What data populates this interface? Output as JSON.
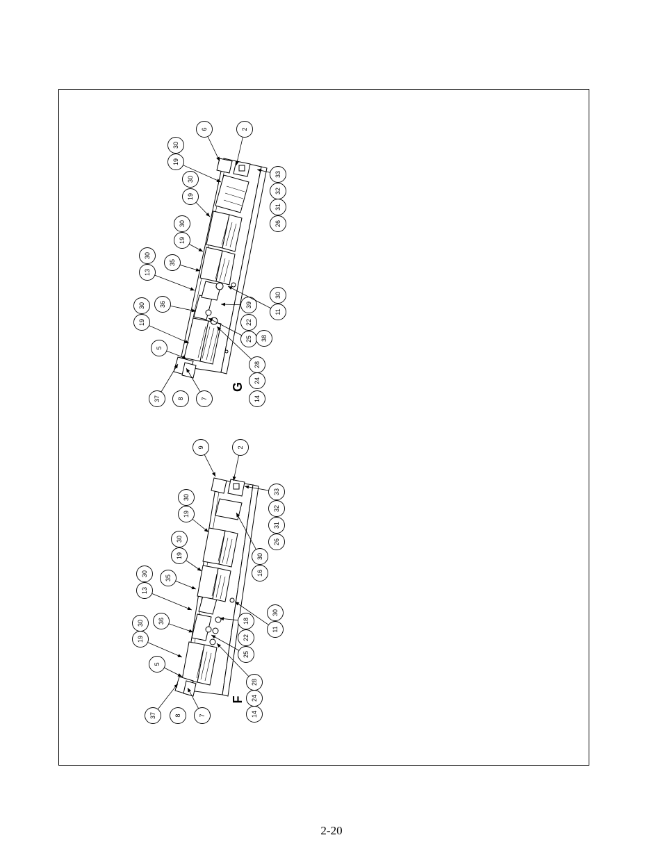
{
  "page_number": "2-20",
  "views": [
    {
      "id": "G",
      "letter": "G",
      "callouts": [
        "6",
        "2",
        "30",
        "19",
        "30",
        "19",
        "33",
        "32",
        "31",
        "26",
        "30",
        "19",
        "35",
        "30",
        "13",
        "36",
        "30",
        "19",
        "39",
        "30",
        "11",
        "22",
        "5",
        "25",
        "38",
        "28",
        "24",
        "37",
        "8",
        "7",
        "14"
      ]
    },
    {
      "id": "F",
      "letter": "F",
      "callouts": [
        "9",
        "2",
        "30",
        "19",
        "33",
        "32",
        "31",
        "26",
        "30",
        "19",
        "30",
        "16",
        "35",
        "30",
        "13",
        "30",
        "11",
        "36",
        "18",
        "30",
        "19",
        "22",
        "5",
        "25",
        "28",
        "24",
        "37",
        "8",
        "7",
        "14"
      ]
    }
  ]
}
